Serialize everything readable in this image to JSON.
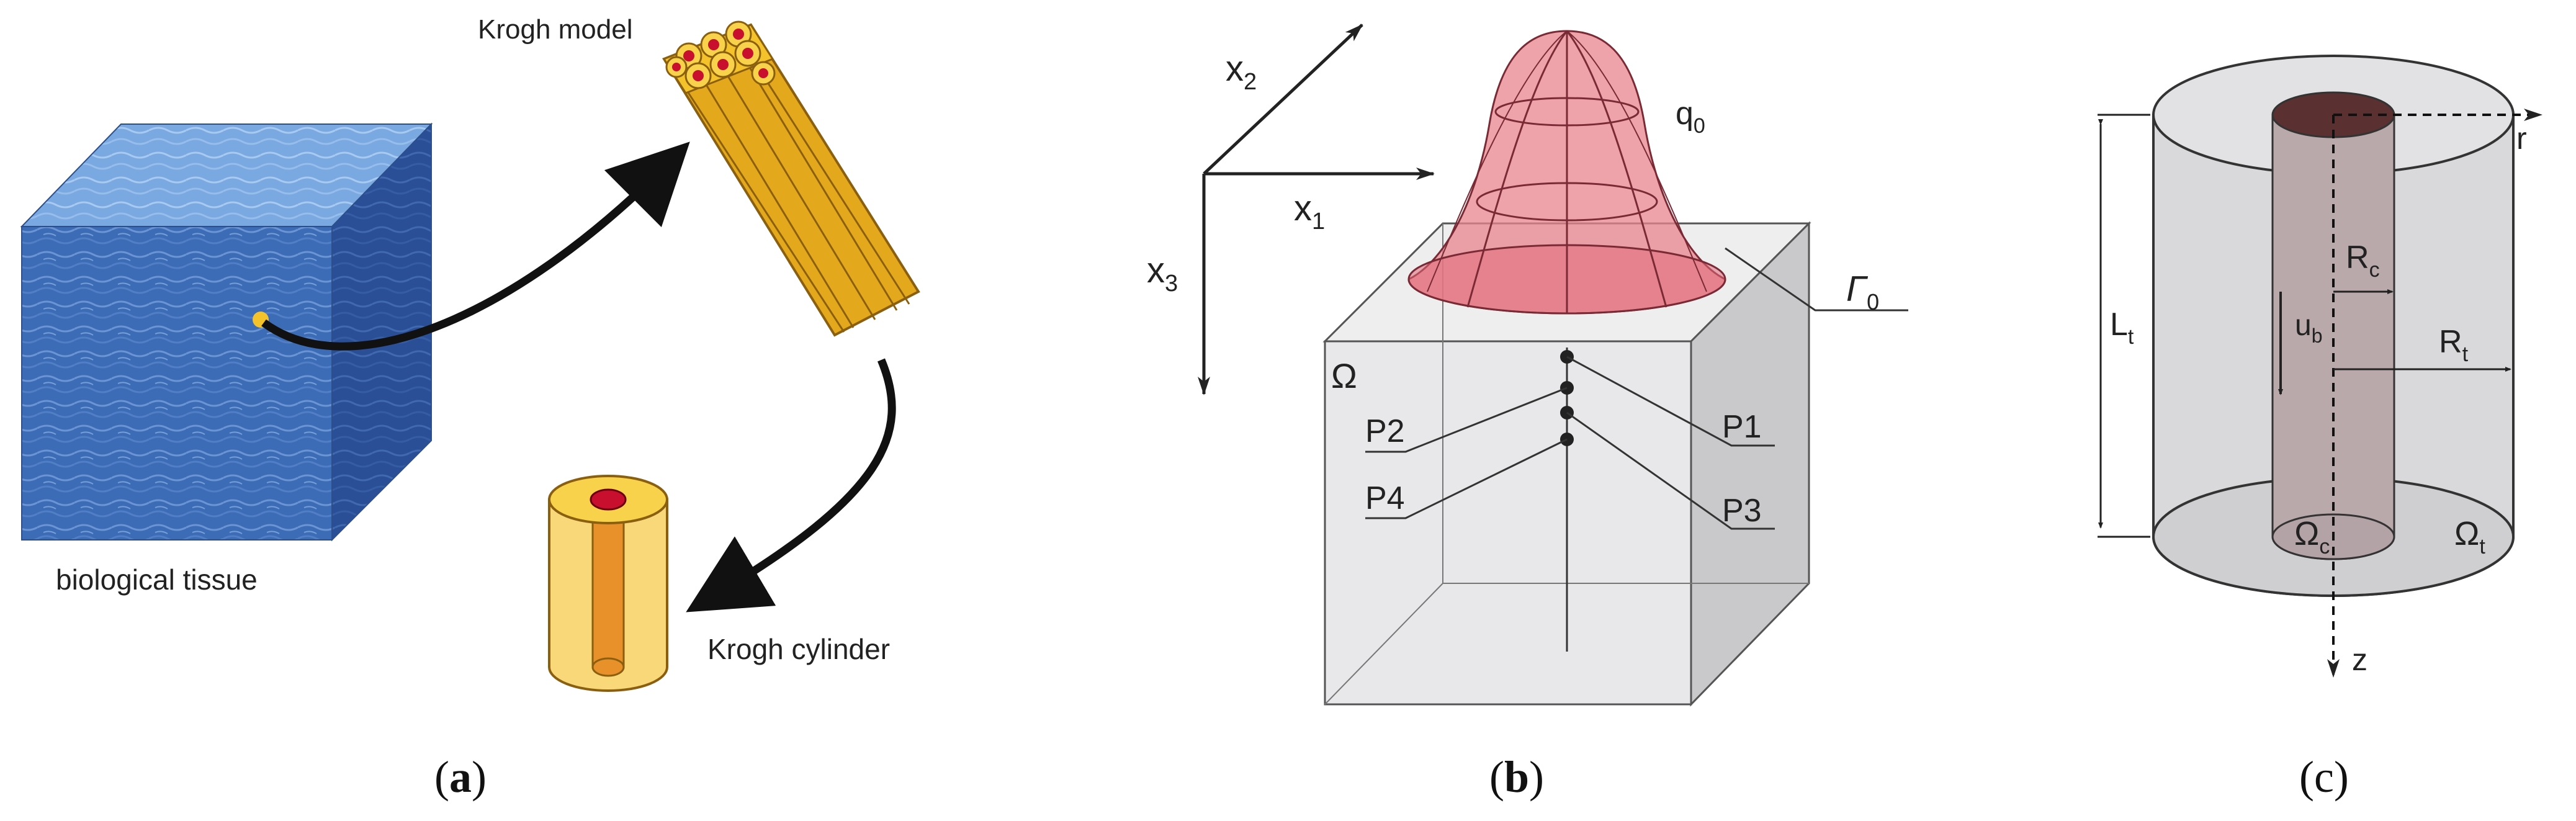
{
  "panel_a": {
    "caption_open": "(",
    "caption_letter": "a",
    "caption_close": ")",
    "tissue_label": "biological tissue",
    "model_label": "Krogh model",
    "cylinder_label": "Krogh cylinder"
  },
  "panel_b": {
    "caption_open": "(",
    "caption_letter": "b",
    "caption_close": ")",
    "axis_x1": "x",
    "axis_x1_sub": "1",
    "axis_x2": "x",
    "axis_x2_sub": "2",
    "axis_x3": "x",
    "axis_x3_sub": "3",
    "q_label": "q",
    "q_sub": "0",
    "gamma_label": "Γ",
    "gamma_sub": "0",
    "omega_label": "Ω",
    "p1": "P1",
    "p2": "P2",
    "p3": "P3",
    "p4": "P4"
  },
  "panel_c": {
    "caption": "(c)",
    "r_label": "r",
    "z_label": "z",
    "Rc": "R",
    "Rc_sub": "c",
    "Rt": "R",
    "Rt_sub": "t",
    "Lt": "L",
    "Lt_sub": "t",
    "ub": "u",
    "ub_sub": "b",
    "omega_c": "Ω",
    "omega_c_sub": "c",
    "omega_t": "Ω",
    "omega_t_sub": "t"
  },
  "colors": {
    "tissue_blue": "#3f6fb8",
    "krogh_yellow": "#f4c22a",
    "capillary_red": "#c8102e",
    "gaussian_pink": "#e8848e",
    "cylinder_gray": "#d9d9db",
    "capillary_brown": "#5a3030"
  }
}
